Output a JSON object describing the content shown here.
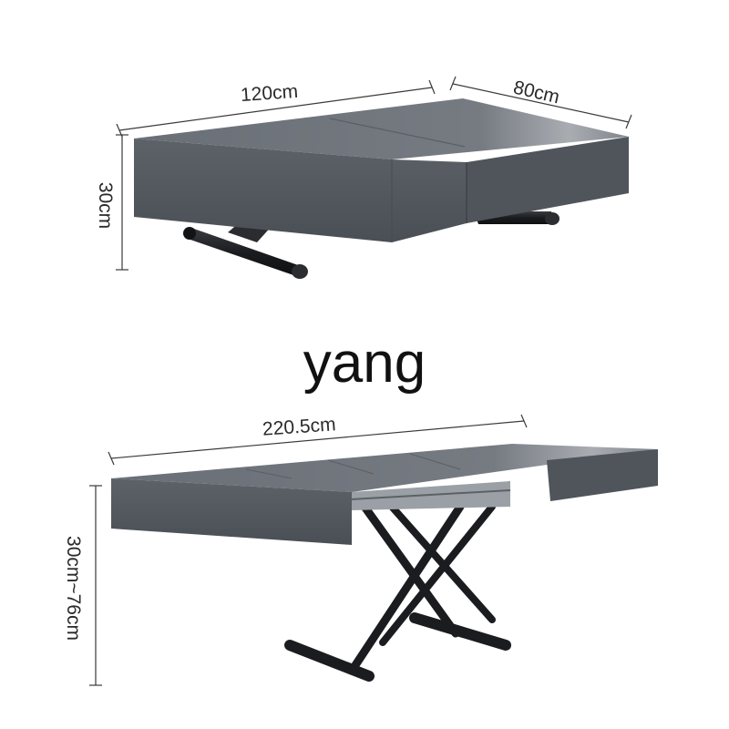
{
  "brand": {
    "text": "yang"
  },
  "dimensions": {
    "top_length": "120cm",
    "top_width": "80cm",
    "top_height": "30cm",
    "bottom_length": "220.5cm",
    "bottom_height": "30cm~76cm"
  },
  "colors": {
    "table_top": "#6e737a",
    "table_side": "#545960",
    "table_dark": "#3f4349",
    "metal": "#1e1f22",
    "line": "#3a3a3a",
    "background": "#ffffff"
  }
}
